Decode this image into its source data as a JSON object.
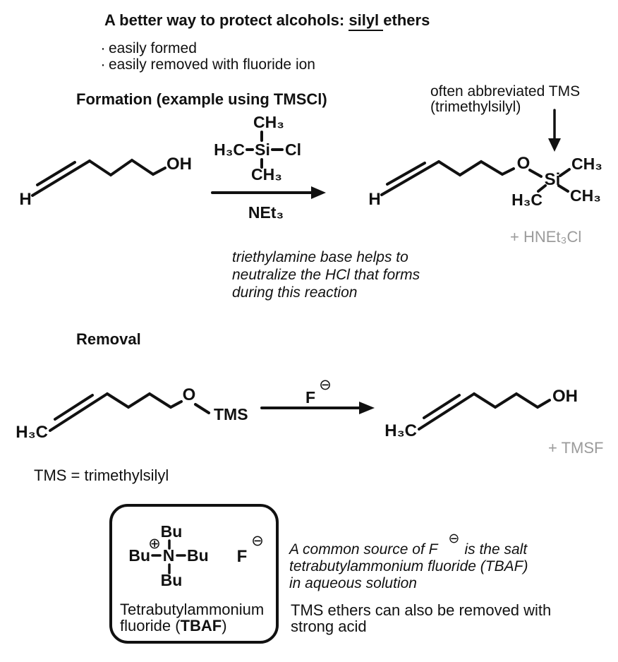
{
  "colors": {
    "red_oxygen": "#f02a0a",
    "cyan_silicon": "#3eddf0",
    "green_chlorine": "#2fcc1f",
    "green_fluoride_arrow": "#2fcc1f",
    "mint_fluoride_box": "#3dd68f",
    "blue_nitrogen": "#2138ef",
    "gray_byproduct": "#9b9b9b"
  },
  "title": {
    "pre": "A better way to protect alcohols: ",
    "underlined": "silyl ",
    "post": "ethers"
  },
  "bullets": {
    "char": "·",
    "items": [
      "easily formed",
      "easily removed with fluoride ion"
    ]
  },
  "formation": {
    "heading": "Formation (example using TMSCl)",
    "substrate": {
      "h": "H",
      "oh": "OH"
    },
    "tmscl": {
      "ch3_top": "CH₃",
      "h3c": "H₃C",
      "si": "Si",
      "cl": "Cl",
      "ch3_bottom": "CH₃"
    },
    "reagent": "NEt₃",
    "tms_label": {
      "line1": "often abbreviated TMS",
      "line2": "(trimethylsilyl)"
    },
    "product": {
      "h": "H",
      "o": "O",
      "si": "Si",
      "ch3_top": "CH₃",
      "ch3_bottom": "CH₃",
      "h3c": "H₃C"
    },
    "byproduct": "+ HNEt₃Cl",
    "note": [
      "triethylamine base helps to",
      "neutralize the HCl that forms",
      "during this reaction"
    ]
  },
  "removal": {
    "heading": "Removal",
    "substrate": {
      "h3c": "H₃C",
      "o": "O",
      "tms": "TMS"
    },
    "fluoride": {
      "f": "F",
      "charge": "⊖"
    },
    "product": {
      "h3c": "H₃C",
      "oh": "OH"
    },
    "byproduct": "+ TMSF",
    "definition": "TMS = trimethylsilyl"
  },
  "tbaf_box": {
    "atoms": {
      "bu_top": "Bu",
      "bu_left": "Bu",
      "bu_right": "Bu",
      "bu_bottom": "Bu",
      "n": "N",
      "plus": "⊕",
      "f": "F",
      "minus": "⊖"
    },
    "caption_line1": "Tetrabutylammonium",
    "caption_pre": "fluoride (",
    "caption_bold": "TBAF",
    "caption_post": ")"
  },
  "side_notes": {
    "source_pre": "A common source of F",
    "source_charge": "⊖",
    "source_post": "is the salt",
    "source_line2": "tetrabutylammonium fluoride (TBAF)",
    "source_line3": "in aqueous solution",
    "acid_line1": "TMS ethers can also be removed with",
    "acid_line2": "strong acid"
  }
}
